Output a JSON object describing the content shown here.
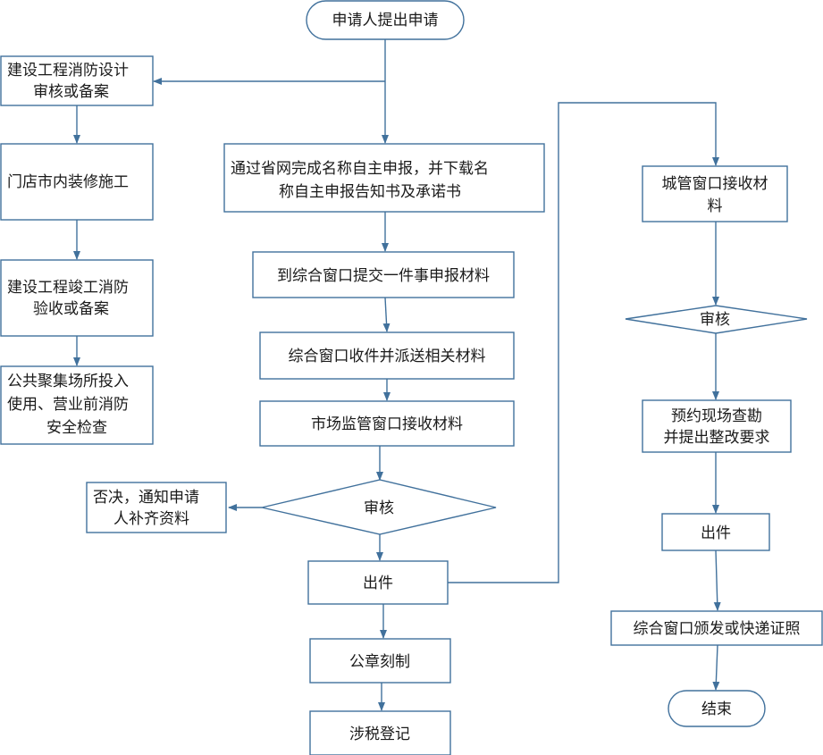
{
  "nodes": {
    "start": "申请人提出申请",
    "fire_design_1": "建设工程消防设计",
    "fire_design_2": "审核或备案",
    "decoration": "门店市内装修施工",
    "fire_accept_1": "建设工程竣工消防",
    "fire_accept_2": "验收或备案",
    "safety_1": "公共聚集场所投入",
    "safety_2": "使用、营业前消防",
    "safety_3": "安全检查",
    "online_1": "通过省网完成名称自主申报，并下载名",
    "online_2": "称自主申报告知书及承诺书",
    "submit": "到综合窗口提交一件事申报材料",
    "dispatch": "综合窗口收件并派送相关材料",
    "market_receive": "市场监管窗口接收材料",
    "review_market": "审核",
    "reject_1": "否决，通知申请",
    "reject_2": "人补齐资料",
    "issue_market": "出件",
    "seal": "公章刻制",
    "tax": "涉税登记",
    "city_receive_1": "城管窗口接收材",
    "city_receive_2": "料",
    "review_city": "审核",
    "inspect_1": "预约现场查勘",
    "inspect_2": "并提出整改要求",
    "issue_city": "出件",
    "license": "综合窗口颁发或快递证照",
    "end": "结束"
  },
  "colors": {
    "line": "#41719c",
    "box_stroke": "#41719c",
    "text": "#1a1a1a",
    "background": "#ffffff"
  }
}
